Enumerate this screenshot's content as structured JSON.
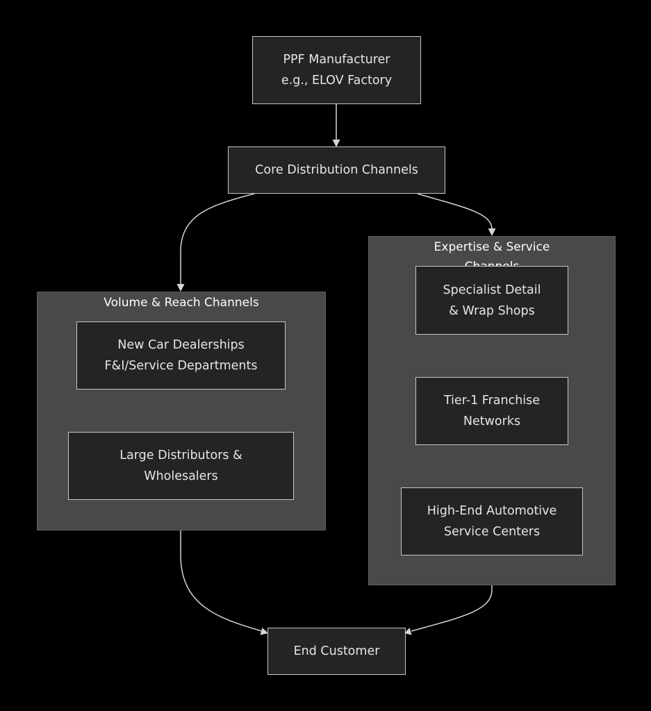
{
  "diagram": {
    "nodes": {
      "manufacturer": {
        "label": "PPF Manufacturer\ne.g., ELOV Factory"
      },
      "core": {
        "label": "Core Distribution Channels"
      },
      "dealerships": {
        "label": "New Car Dealerships\nF&I/Service Departments"
      },
      "distributors": {
        "label": "Large Distributors &\nWholesalers"
      },
      "specialist": {
        "label": "Specialist Detail\n& Wrap Shops"
      },
      "tier1": {
        "label": "Tier-1 Franchise\nNetworks"
      },
      "highend": {
        "label": "High-End Automotive\nService Centers"
      },
      "customer": {
        "label": "End Customer"
      }
    },
    "groups": {
      "volume": {
        "title": "Volume & Reach Channels"
      },
      "expertise": {
        "title": "Expertise & Service\nChannels"
      }
    },
    "edges": [
      {
        "from": "manufacturer",
        "to": "core"
      },
      {
        "from": "core",
        "to": "volume"
      },
      {
        "from": "core",
        "to": "expertise"
      },
      {
        "from": "volume",
        "to": "customer"
      },
      {
        "from": "expertise",
        "to": "customer"
      }
    ],
    "colors": {
      "background": "#000000",
      "group_fill": "#484948",
      "node_fill": "#232423",
      "node_border": "#c8c8c8",
      "edge": "#d6d6d6",
      "text": "#e6e6e6"
    }
  }
}
